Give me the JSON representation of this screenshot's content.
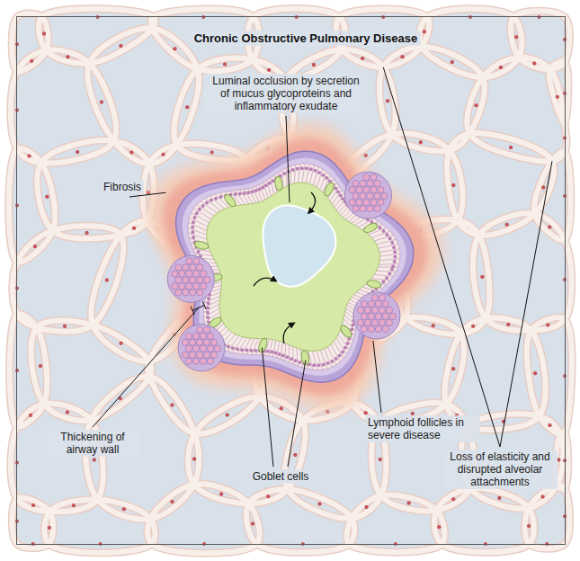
{
  "diagram": {
    "title": "Chronic Obstructive Pulmonary Disease",
    "labels": [
      "Luminal occlusion by secretion of mucus glycoproteins and inflammatory exudate",
      "Fibrosis",
      "Loss of elasticity and disrupted alveolar attachments",
      "Lymphoid follicles in severe disease",
      "Thickening of airway wall",
      "Goblet cells"
    ]
  }
}
